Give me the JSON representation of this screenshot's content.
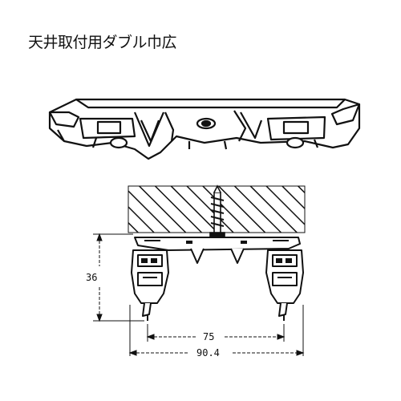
{
  "title": "天井取付用ダブル巾広",
  "dimensions": {
    "height": "36",
    "inner_width": "75",
    "outer_width": "90.4"
  },
  "colors": {
    "ink": "#111111",
    "paper": "#ffffff"
  }
}
